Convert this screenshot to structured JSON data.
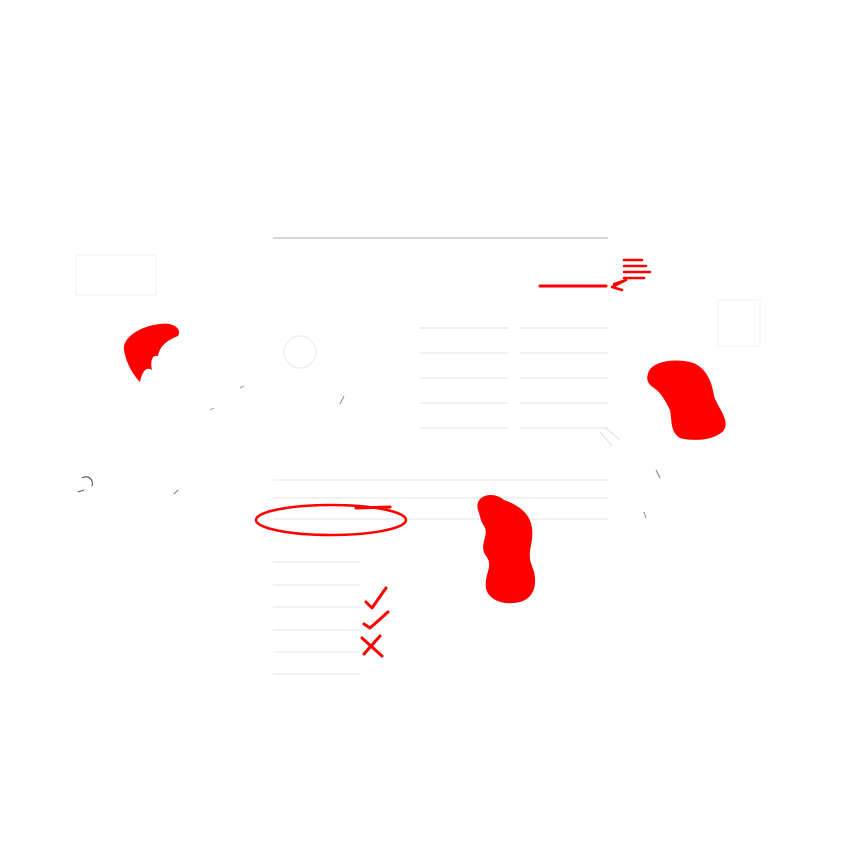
{
  "colors": {
    "background": "#ffffff",
    "accent_red": "#ff0000",
    "line_gray": "#cccccc",
    "ink_dark": "#555555"
  },
  "illustration": {
    "subject": "document-review-illustration",
    "figures": [
      "left-figure-red-hair",
      "center-figure-red-hair",
      "right-figure-red-hair"
    ],
    "annotation_marks": [
      "circle-highlight",
      "arrow-mark",
      "check-mark",
      "check-mark",
      "cross-mark",
      "text-lines-mark"
    ]
  }
}
